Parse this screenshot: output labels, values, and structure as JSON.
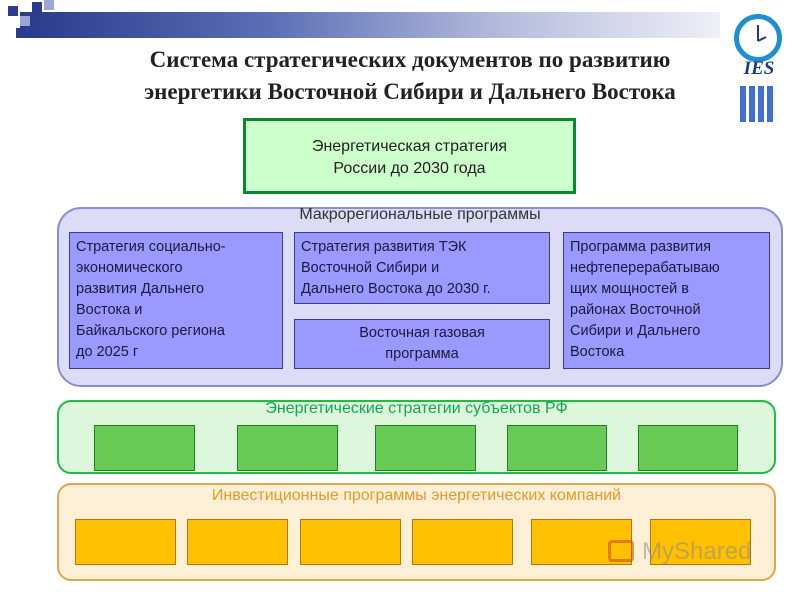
{
  "slide": {
    "title_line1": "Система стратегических документов по развитию",
    "title_line2": "энергетики Восточной Сибири и Дальнего Востока",
    "logo_text": "IES"
  },
  "strategy": {
    "line1": "Энергетическая стратегия",
    "line2": "России до 2030 года"
  },
  "macro": {
    "title": "Макрорегиональные программы",
    "box1": [
      "Стратегия социально-",
      "экономического",
      "развития Дальнего",
      "Востока и",
      "Байкальского региона",
      "до 2025 г"
    ],
    "box2": [
      "Стратегия развития ТЭК",
      "Восточной Сибири и",
      "Дальнего Востока до 2030 г."
    ],
    "box3": [
      "Восточная газовая",
      "программа"
    ],
    "box4": [
      "Программа развития",
      "нефтеперерабатываю",
      "щих мощностей в",
      "районах Восточной",
      "Сибири и Дальнего",
      "Востока"
    ]
  },
  "subjects": {
    "title": "Энергетические стратегии субъектов РФ"
  },
  "invest": {
    "title": "Инвестиционные программы энергетических компаний"
  },
  "watermark": {
    "text": "MyShared"
  },
  "colors": {
    "strategy_fill": "#ccffcc",
    "strategy_border": "#0a8a2a",
    "macro_fill": "#dcdcf7",
    "program_box": "#9999ff",
    "subjects_fill": "#ddf7dd",
    "subject_box": "#66cc55",
    "invest_fill": "#fdf0d6",
    "invest_box": "#ffc000"
  }
}
